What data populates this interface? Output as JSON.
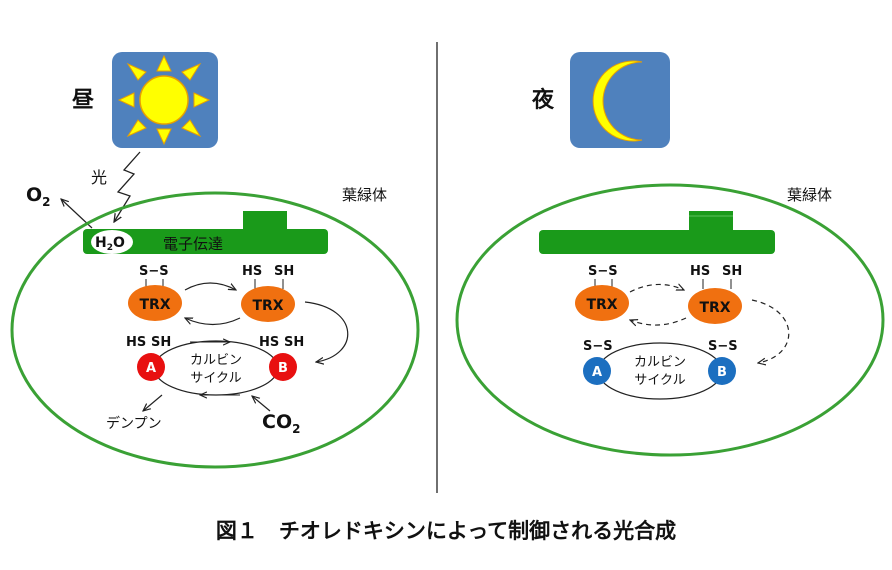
{
  "day": {
    "label": "昼",
    "light_label": "光",
    "o2_label": "O",
    "o2_sub": "2",
    "chloroplast_label": "葉緑体",
    "h2o_h": "H",
    "h2o_sub": "2",
    "h2o_o": "O",
    "electron_label": "電子伝達",
    "ss_label": "S−S",
    "trx_label": "TRX",
    "hs_label": "HS",
    "sh_label": "SH",
    "a_label": "A",
    "b_label": "B",
    "calvin_line1": "カルビン",
    "calvin_line2": "サイクル",
    "starch_label": "デンプン",
    "co2_label": "CO",
    "co2_sub": "2"
  },
  "night": {
    "label": "夜",
    "chloroplast_label": "葉緑体",
    "ss_label": "S−S",
    "trx_label": "TRX",
    "hs_label": "HS",
    "sh_label": "SH",
    "a_label": "A",
    "b_label": "B",
    "calvin_line1": "カルビン",
    "calvin_line2": "サイクル"
  },
  "caption": "図１　チオレドキシンによって制御される光合成",
  "colors": {
    "chloroplast_border": "#3aa135",
    "electron_bar": "#1a9a1a",
    "icon_bg": "#4f81bd",
    "sun": "#ffff00",
    "trx": "#f07010",
    "enzyme_reduced": "#e81010",
    "enzyme_oxidized": "#1c6fc0"
  },
  "icons": [
    "sun-icon",
    "moon-icon"
  ]
}
